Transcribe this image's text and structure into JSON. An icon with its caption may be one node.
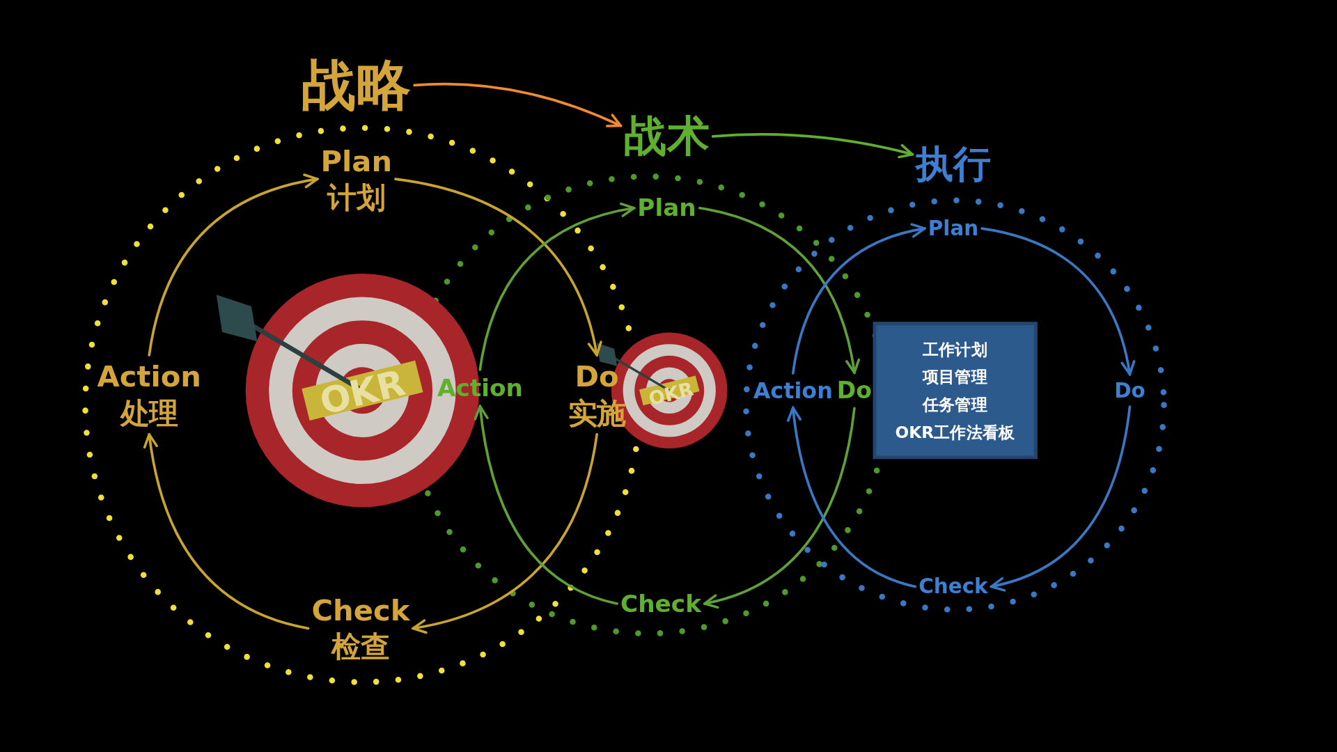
{
  "diagram": {
    "nodes": [
      {
        "text": [
          "战略"
        ]
      },
      {
        "text": [
          "战术"
        ]
      },
      {
        "text": [
          "执行"
        ]
      },
      {
        "text": [
          "Plan",
          "计划"
        ]
      },
      {
        "text": [
          "Do",
          "实施"
        ]
      },
      {
        "text": [
          "Check",
          "检查"
        ]
      },
      {
        "text": [
          "Action",
          "处理"
        ]
      },
      {
        "text": [
          "Plan"
        ]
      },
      {
        "text": [
          "Do"
        ]
      },
      {
        "text": [
          "Check"
        ]
      },
      {
        "text": [
          "Action"
        ]
      },
      {
        "text": [
          "Plan"
        ]
      },
      {
        "text": [
          "Do"
        ]
      },
      {
        "text": [
          "Check"
        ]
      },
      {
        "text": [
          "Action"
        ]
      },
      {
        "text": [
          "工作计划",
          "项目管理",
          "任务管理",
          "OKR工作法看板"
        ]
      }
    ],
    "edges": [
      {
        "from": 0,
        "to": 1,
        "arrow": "to",
        "color": "#f08a30"
      },
      {
        "from": 1,
        "to": 2,
        "arrow": "to",
        "color": "#5fb02e"
      },
      {
        "from": 3,
        "to": 4,
        "arrow": "to",
        "color": "#c9a530"
      },
      {
        "from": 4,
        "to": 5,
        "arrow": "to",
        "color": "#c9a530"
      },
      {
        "from": 5,
        "to": 6,
        "arrow": "to",
        "color": "#c9a530"
      },
      {
        "from": 6,
        "to": 3,
        "arrow": "to",
        "color": "#c9a530"
      },
      {
        "from": 7,
        "to": 8,
        "arrow": "to",
        "color": "#5fa038"
      },
      {
        "from": 8,
        "to": 9,
        "arrow": "to",
        "color": "#5fa038"
      },
      {
        "from": 9,
        "to": 10,
        "arrow": "to",
        "color": "#5fa038"
      },
      {
        "from": 10,
        "to": 7,
        "arrow": "to",
        "color": "#5fa038"
      },
      {
        "from": 11,
        "to": 12,
        "arrow": "to",
        "color": "#3a78c4"
      },
      {
        "from": 12,
        "to": 13,
        "arrow": "to",
        "color": "#3a78c4"
      },
      {
        "from": 13,
        "to": 14,
        "arrow": "to",
        "color": "#3a78c4"
      },
      {
        "from": 14,
        "to": 11,
        "arrow": "to",
        "color": "#3a78c4"
      }
    ],
    "labels": [
      "OKR",
      "OKR"
    ]
  }
}
